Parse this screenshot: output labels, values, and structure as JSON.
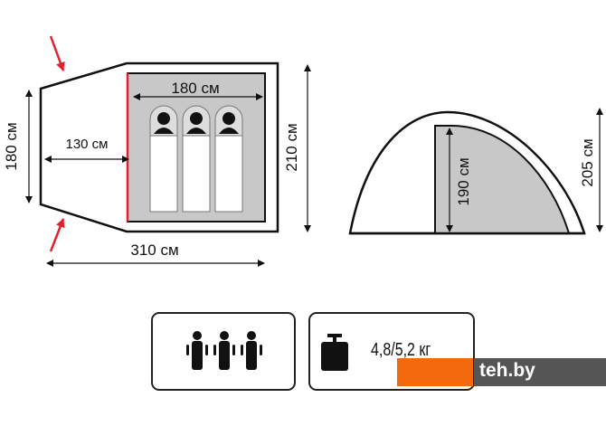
{
  "floor_plan": {
    "vestibule_width_label": "180 см",
    "vestibule_depth_label": "130 см",
    "inner_width_label": "180 см",
    "total_width_label": "210 см",
    "total_length_label": "310 см",
    "sleeping_places": 3
  },
  "side_view": {
    "inner_height_label": "190 см",
    "outer_height_label": "205 см"
  },
  "specs": {
    "capacity_icon": "three-persons-icon",
    "weight_icon": "weight-icon",
    "weight_label": "4,8/5,2 кг"
  },
  "watermark": {
    "text": "teh.by",
    "accent": "#f26a0d",
    "dark": "#555555"
  },
  "colors": {
    "inner_fill": "#c8c8c8",
    "door_red": "#e0202f",
    "line": "#111111"
  }
}
